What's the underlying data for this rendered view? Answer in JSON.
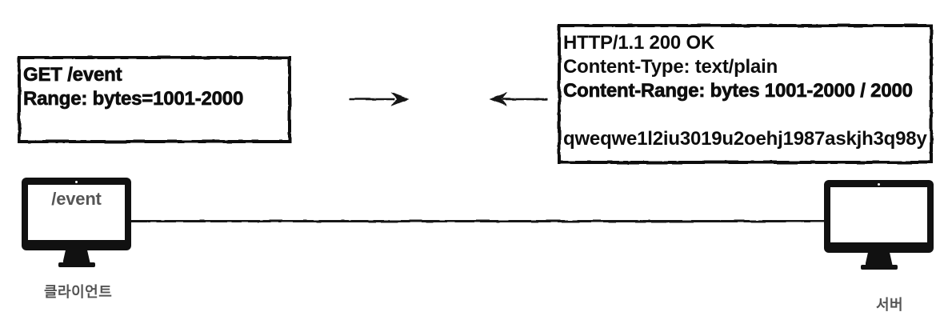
{
  "diagram": {
    "request": {
      "line1": "GET /event",
      "line2": "Range: bytes=1001-2000"
    },
    "response": {
      "status_line": "HTTP/1.1 200 OK",
      "content_type": "Content-Type: text/plain",
      "content_range": "Content-Range: bytes 1001-2000 / 2000",
      "body": "qweqwe1l2iu3019u2oehj1987askjh3q98y"
    },
    "client": {
      "screen_label": "/event",
      "caption": "클라이언트"
    },
    "server": {
      "caption": "서버"
    },
    "colors": {
      "ink": "#111111",
      "label_gray": "#555555",
      "background": "#ffffff"
    }
  }
}
